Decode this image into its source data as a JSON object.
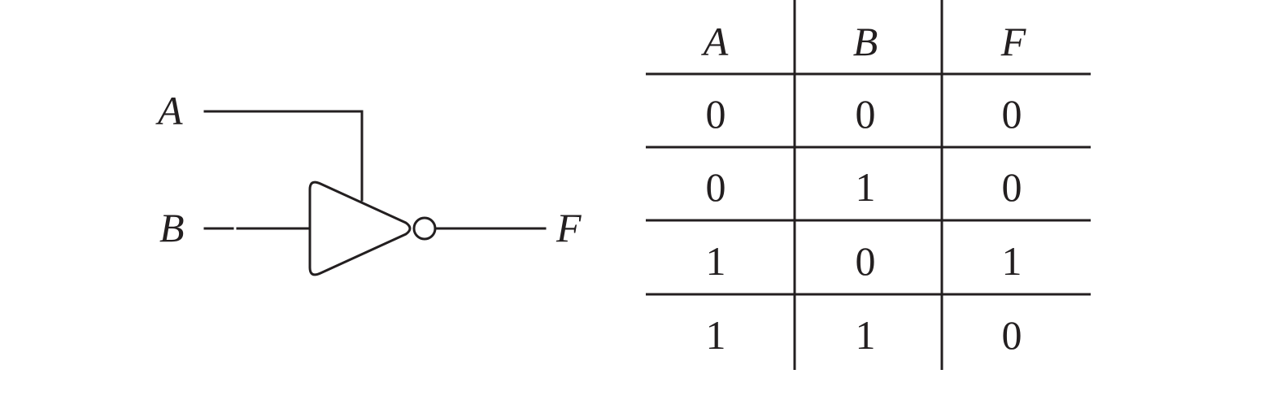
{
  "circuit": {
    "input_a": "A",
    "input_b": "B",
    "output": "F"
  },
  "truth_table": {
    "headers": [
      "A",
      "B",
      "F"
    ],
    "rows": [
      [
        "0",
        "0",
        "0"
      ],
      [
        "0",
        "1",
        "0"
      ],
      [
        "1",
        "0",
        "1"
      ],
      [
        "1",
        "1",
        "0"
      ]
    ]
  },
  "colors": {
    "ink": "#231f20",
    "background": "#ffffff"
  }
}
